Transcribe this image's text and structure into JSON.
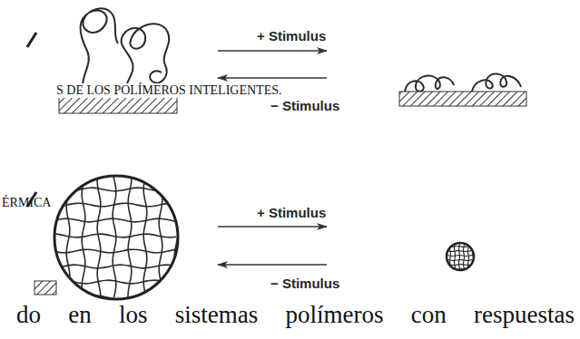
{
  "diagram": {
    "labels": [
      "+ Stimulus",
      "S DE LOS POLÍMEROS INTELIGENTES.",
      "− Stimulus",
      "ÉRMICA",
      "+ Stimulus",
      "− Stimulus",
      "do en los sistemas polímeros con respuestas"
    ]
  }
}
